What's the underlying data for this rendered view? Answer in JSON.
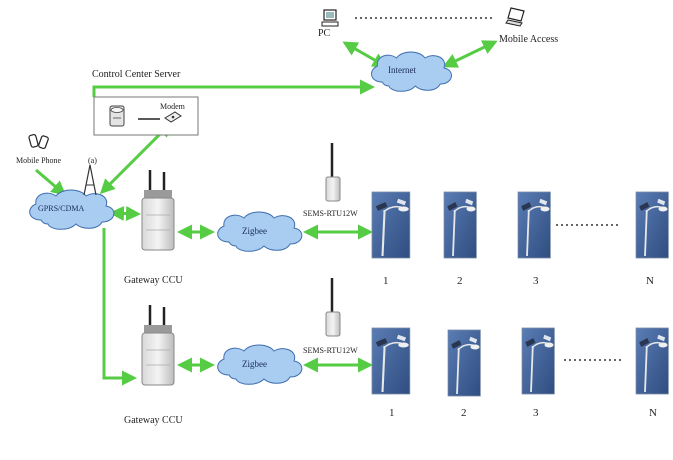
{
  "diagram": {
    "pc_label": "PC",
    "mobile_access_label": "Mobile Access",
    "internet_label": "Internet",
    "control_center_label": "Control Center Server",
    "modem_label": "Modem",
    "mobile_phone_label": "Mobile Phone",
    "gprs_label": "GPRS/CDMA",
    "gateway_label_1": "Gateway CCU",
    "gateway_label_2": "Gateway CCU",
    "zigbee_label_1": "Zigbee",
    "zigbee_label_2": "Zigbee",
    "rtu_label_1": "SEMS-RTU12W",
    "rtu_label_2": "SEMS-RTU12W",
    "row1_numbers": [
      "1",
      "2",
      "3",
      "N"
    ],
    "row2_numbers": [
      "1",
      "2",
      "3",
      "N"
    ]
  },
  "colors": {
    "link": "#55cc44",
    "cloud_fill": "#a9cdf0",
    "cloud_stroke": "#3f6fb0",
    "panel_bg": "#3f5f92",
    "dotted": "#333333"
  },
  "icons": [
    "pc-icon",
    "laptop-icon",
    "server-icon",
    "modem-icon",
    "mobile-phone-icon",
    "gateway-icon",
    "rtu-icon",
    "street-light-icon"
  ]
}
